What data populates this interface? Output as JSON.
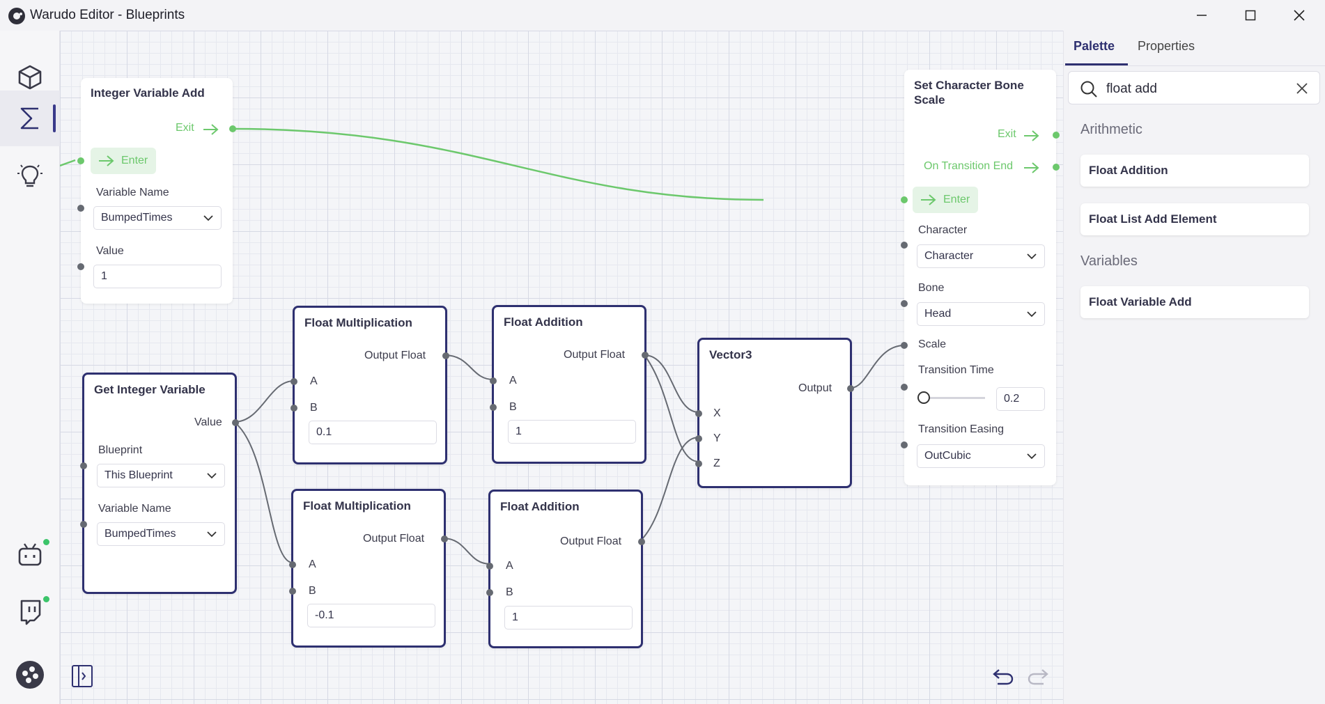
{
  "window": {
    "title": "Warudo Editor - Blueprints",
    "minimize": "—",
    "maximize": "☐",
    "close": "✕"
  },
  "sidebar": {
    "items": [
      {
        "name": "scene-icon"
      },
      {
        "name": "blueprints-icon"
      },
      {
        "name": "lightbulb-icon"
      },
      {
        "name": "bilibili-icon"
      },
      {
        "name": "twitch-icon"
      },
      {
        "name": "warudo-logo-icon"
      },
      {
        "name": "collapse-panel-icon"
      }
    ]
  },
  "nodes": {
    "integer_variable_add": {
      "title": "Integer Variable Add",
      "exit": "Exit",
      "enter": "Enter",
      "variable_name_label": "Variable Name",
      "variable_name_value": "BumpedTimes",
      "value_label": "Value",
      "value_value": "1"
    },
    "get_integer_variable": {
      "title": "Get Integer Variable",
      "value_output": "Value",
      "blueprint_label": "Blueprint",
      "blueprint_value": "This Blueprint",
      "variable_name_label": "Variable Name",
      "variable_name_value": "BumpedTimes"
    },
    "float_mult_1": {
      "title": "Float Multiplication",
      "output": "Output Float",
      "a": "A",
      "b": "B",
      "b_value": "0.1"
    },
    "float_mult_2": {
      "title": "Float Multiplication",
      "output": "Output Float",
      "a": "A",
      "b": "B",
      "b_value": "-0.1"
    },
    "float_add_1": {
      "title": "Float Addition",
      "output": "Output Float",
      "a": "A",
      "b": "B",
      "b_value": "1"
    },
    "float_add_2": {
      "title": "Float Addition",
      "output": "Output Float",
      "a": "A",
      "b": "B",
      "b_value": "1"
    },
    "vector3": {
      "title": "Vector3",
      "output": "Output",
      "x": "X",
      "y": "Y",
      "z": "Z"
    },
    "set_bone_scale": {
      "title_line1": "Set Character Bone",
      "title_line2": "Scale",
      "exit": "Exit",
      "on_transition_end": "On Transition End",
      "enter": "Enter",
      "character_label": "Character",
      "character_value": "Character",
      "bone_label": "Bone",
      "bone_value": "Head",
      "scale_label": "Scale",
      "transition_time_label": "Transition Time",
      "transition_time_value": "0.2",
      "transition_time_level": 0,
      "transition_easing_label": "Transition Easing",
      "transition_easing_value": "OutCubic"
    }
  },
  "canvas_toolbar": {
    "undo": "undo-icon",
    "redo": "redo-icon"
  },
  "panel": {
    "tabs": [
      {
        "label": "Palette",
        "active": true
      },
      {
        "label": "Properties",
        "active": false
      }
    ],
    "search": {
      "value": "float add"
    },
    "sections": [
      {
        "title": "Arithmetic",
        "items": [
          "Float Addition",
          "Float List Add Element"
        ]
      },
      {
        "title": "Variables",
        "items": [
          "Float Variable Add"
        ]
      }
    ]
  },
  "colors": {
    "flow": "#6cc86c",
    "selected_border": "#2e3070",
    "wire": "#666a72"
  }
}
